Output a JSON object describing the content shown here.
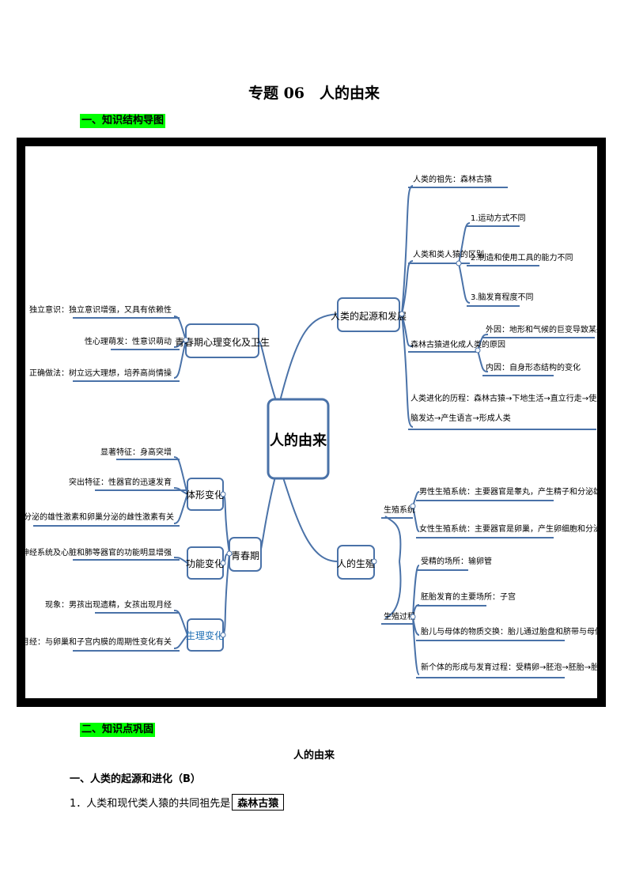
{
  "doc": {
    "title": "专题 06　人的由来",
    "section1": "一、知识结构导图",
    "section2": "二、知识点巩固",
    "subtitle": "人的由来",
    "heading1": "一、人类的起源和进化（B）",
    "q1_text": "1．人类和现代类人猿的共同祖先是",
    "q1_answer": "森林古猿"
  },
  "map": {
    "center": "人的由来",
    "origin": {
      "label": "人类的起源和发展",
      "ancestor": "人类的祖先：森林古猿",
      "difference": {
        "label": "人类和类人猿的区别",
        "items": [
          "1.运动方式不同",
          "2.制造和使用工具的能力不同",
          "3.脑发育程度不同"
        ]
      },
      "cause": {
        "label": "森林古猿进化成人类的原因",
        "items": [
          "外因：地形和气候的巨变导致某些地区的森林消失",
          "内因：自身形态结构的变化"
        ]
      },
      "process_line1": "人类进化的历程：森林古猿→下地生活→直立行走→使用工具和制造工具→使用火→大",
      "process_line2": "脑发达→产生语言→形成人类"
    },
    "reproduction": {
      "label": "人的生殖",
      "system": {
        "label": "生殖系统",
        "items": [
          "男性生殖系统：主要器官是睾丸，产生精子和分泌雄性激素",
          "女性生殖系统：主要器官是卵巢，产生卵细胞和分泌雌性激素"
        ]
      },
      "process": {
        "label": "生殖过程",
        "items": [
          "受精的场所：输卵管",
          "胚胎发育的主要场所：子宫",
          "胎儿与母体的物质交换：胎儿通过胎盘和脐带与母体进行物质交换",
          "新个体的形成与发育过程：受精卵→胚泡→胚胎→胎儿→新生儿"
        ]
      }
    },
    "psych": {
      "label": "青春期心理变化及卫生",
      "items": [
        "独立意识：独立意识增强，又具有依赖性",
        "性心理萌发：性意识萌动",
        "正确做法：树立远大理想，培养高尚情操"
      ]
    },
    "puberty": {
      "label": "青春期",
      "body": {
        "label": "体形变化",
        "items": [
          "显著特征：身高突增",
          "突出特征：性器官的迅速发育",
          "第二性征：与睾丸分泌的雄性激素和卵巢分泌的雌性激素有关"
        ]
      },
      "function": {
        "label": "功能变化",
        "items": [
          "神经系统及心脏和肺等器官的功能明显增强"
        ]
      },
      "physio": {
        "label": "生理变化",
        "items": [
          "现象：男孩出现遗精，女孩出现月经",
          "月经：与卵巢和子宫内膜的周期性变化有关"
        ]
      }
    }
  }
}
